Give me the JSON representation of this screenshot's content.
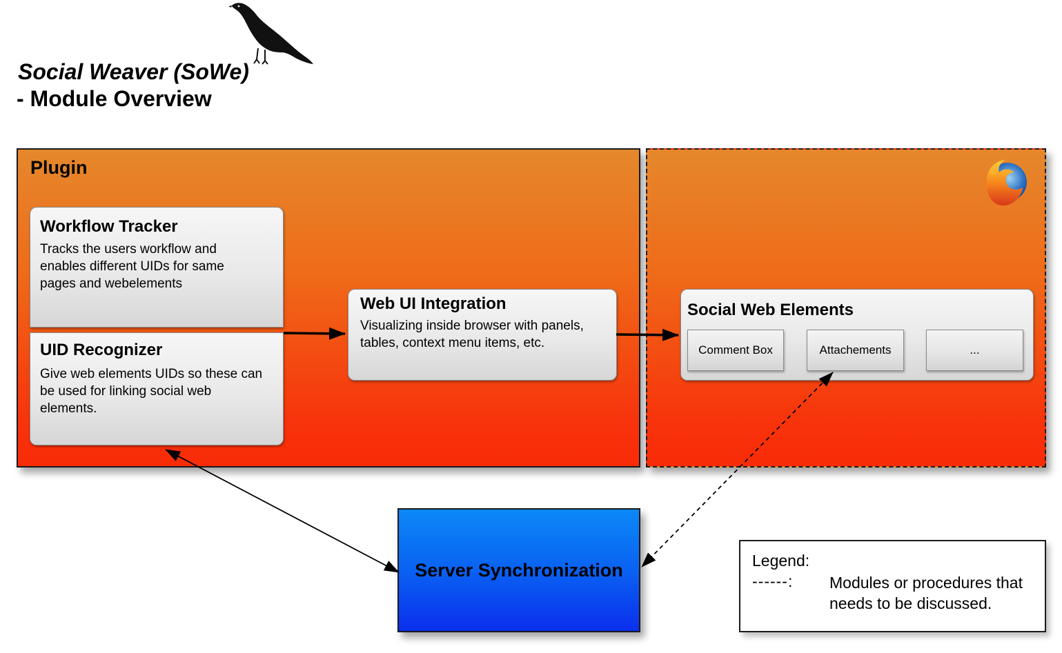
{
  "title": {
    "line1": "Social Weaver (SoWe)",
    "line2": "- Module Overview"
  },
  "icons": {
    "bird": "crow-bird-logo",
    "browser": "firefox-logo"
  },
  "plugin": {
    "title": "Plugin",
    "workflow_tracker": {
      "title": "Workflow Tracker",
      "body": "Tracks the users workflow and enables different UIDs for same pages and webelements"
    },
    "uid_recognizer": {
      "title": "UID Recognizer",
      "body": "Give web elements UIDs so these can be used for linking social web elements."
    },
    "web_ui_integration": {
      "title": "Web UI Integration",
      "body": "Visualizing inside browser with panels, tables, context menu items, etc."
    }
  },
  "browser": {
    "social_web_elements": {
      "title": "Social Web Elements",
      "items": [
        "Comment Box",
        "Attachements",
        "..."
      ]
    }
  },
  "server": {
    "label": "Server Synchronization"
  },
  "legend": {
    "title": "Legend:",
    "dash": "------:",
    "text": "Modules or procedures that needs to be discussed."
  },
  "colors": {
    "orange_top": "#e5882c",
    "orange_bottom": "#f92b08",
    "server_top": "#0b88f6",
    "server_bottom": "#0b2fed",
    "card_grey": "#e9e9e9"
  }
}
